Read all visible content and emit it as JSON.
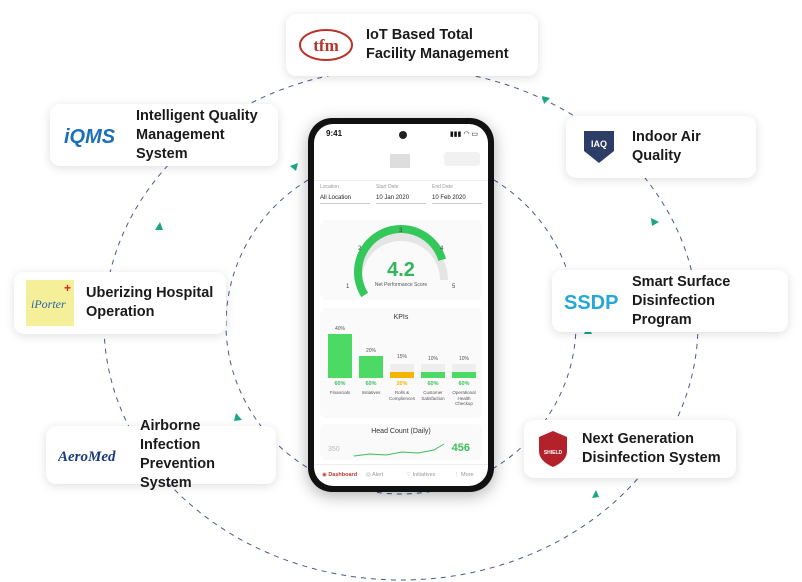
{
  "cards": [
    {
      "name": "tfm",
      "label": "IoT Based Total\nFacility Management",
      "logo_text": "tfm"
    },
    {
      "name": "iqms",
      "label": "Intelligent Quality\nManagement System",
      "logo_text": "iQMS"
    },
    {
      "name": "iaq",
      "label": "Indoor Air\nQuality",
      "logo_text": "IAQ"
    },
    {
      "name": "iporter",
      "label": "Uberizing Hospital\nOperation",
      "logo_text": "iPorter"
    },
    {
      "name": "ssdp",
      "label": "Smart Surface\nDisinfection Program",
      "logo_text": "SSDP"
    },
    {
      "name": "aeromed",
      "label": "Airborne Infection\nPrevention System",
      "logo_text": "AeroMed"
    },
    {
      "name": "shield",
      "label": "Next Generation\nDisinfection System",
      "logo_text": "SHIELD"
    }
  ],
  "phone": {
    "time": "9:41",
    "filters": [
      {
        "label": "Location",
        "value": "All Location"
      },
      {
        "label": "Start Date",
        "value": "10 Jan 2020"
      },
      {
        "label": "End Date",
        "value": "10 Feb 2020"
      }
    ],
    "gauge": {
      "value": "4.2",
      "label": "Net Performance Score",
      "ticks": [
        "1",
        "2",
        "3",
        "4",
        "5"
      ],
      "fraction": 0.8
    },
    "kpis": {
      "title": "KPIs",
      "bars": [
        {
          "target": "40%",
          "actual": "60%",
          "category": "Financials",
          "fill": 1.0,
          "actual_color": "#3cbf5a"
        },
        {
          "target": "20%",
          "actual": "60%",
          "category": "Initiatives",
          "fill": 0.5,
          "actual_color": "#3cbf5a"
        },
        {
          "target": "15%",
          "actual": "20%",
          "category": "Rolls & Compliences",
          "fill": 0.375,
          "actual_color": "#f5b400"
        },
        {
          "target": "10%",
          "actual": "60%",
          "category": "Customer Satisfaction",
          "fill": 0.25,
          "actual_color": "#3cbf5a"
        },
        {
          "target": "10%",
          "actual": "60%",
          "category": "Operational Health Checkup",
          "fill": 0.25,
          "actual_color": "#3cbf5a"
        }
      ]
    },
    "headcount": {
      "title": "Head Count (Daily)",
      "value": "456",
      "target": "350"
    },
    "nav": [
      "Dashboard",
      "Alert",
      "Initiatives",
      "More"
    ]
  }
}
